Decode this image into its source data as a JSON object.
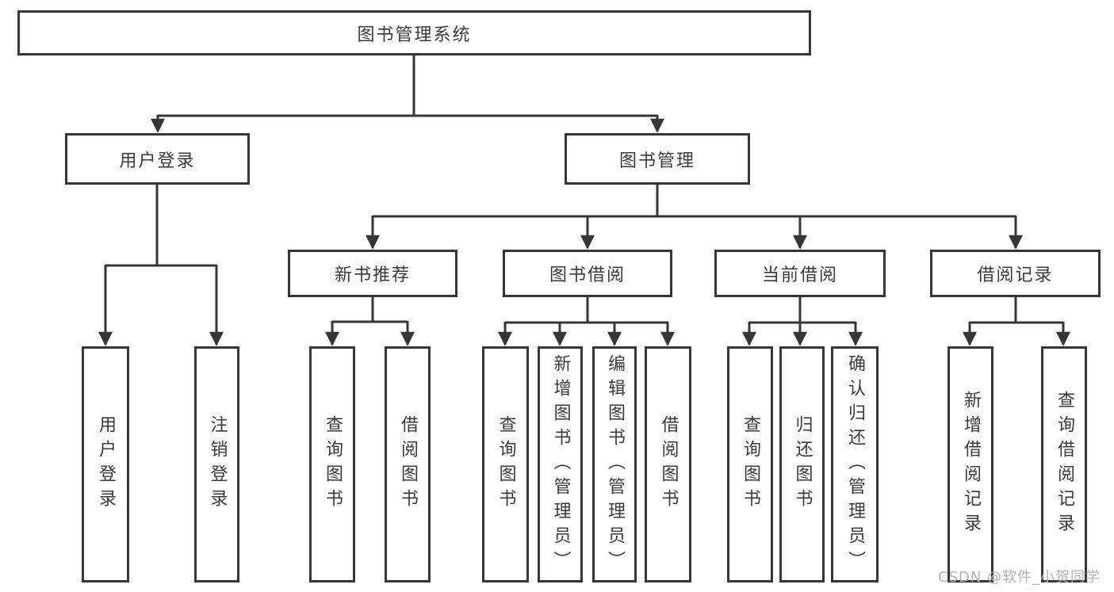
{
  "diagram": {
    "type": "hierarchy-tree",
    "watermark": "CSDN @软件_小贺同学",
    "colors": {
      "line": "#363636",
      "node_border": "#363636",
      "text": "#3a3a3a",
      "watermark": "#b2b2b2",
      "background": "#ffffff"
    },
    "tree": {
      "label": "图书管理系统",
      "children": [
        {
          "label": "用户登录",
          "children": [
            {
              "label": "用户登录"
            },
            {
              "label": "注销登录"
            }
          ]
        },
        {
          "label": "图书管理",
          "children": [
            {
              "label": "新书推荐",
              "children": [
                {
                  "label": "查询图书"
                },
                {
                  "label": "借阅图书"
                }
              ]
            },
            {
              "label": "图书借阅",
              "children": [
                {
                  "label": "查询图书"
                },
                {
                  "label": "新增图书（管理员）"
                },
                {
                  "label": "编辑图书（管理员）"
                },
                {
                  "label": "借阅图书"
                }
              ]
            },
            {
              "label": "当前借阅",
              "children": [
                {
                  "label": "查询图书"
                },
                {
                  "label": "归还图书"
                },
                {
                  "label": "确认归还（管理员）"
                }
              ]
            },
            {
              "label": "借阅记录",
              "children": [
                {
                  "label": "新增借阅记录"
                },
                {
                  "label": "查询借阅记录"
                }
              ]
            }
          ]
        }
      ]
    }
  }
}
